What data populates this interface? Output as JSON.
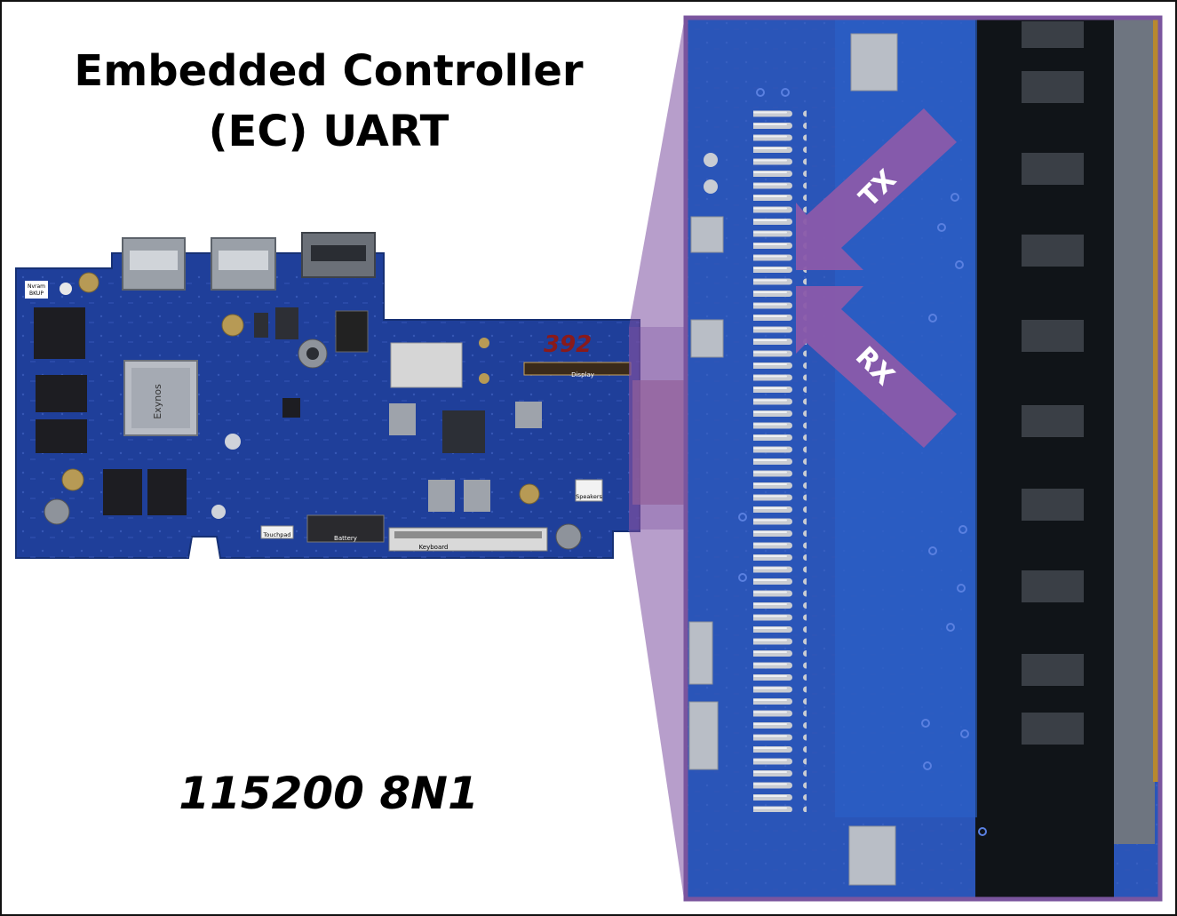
{
  "title_line1": "Embedded Controller",
  "title_line2": "(EC) UART",
  "baud_config": "115200 8N1",
  "board": {
    "nvram_label": "Nvram\nBKUP",
    "nvram_label_line1": "Nvram",
    "nvram_label_line2": "BKUP",
    "connectors": [
      "Display",
      "Speakers",
      "Touchpad",
      "Battery",
      "Keyboard"
    ],
    "chip_text": "Exynos",
    "handwritten": "392"
  },
  "zoom": {
    "pin_labels": [
      "TX",
      "RX"
    ]
  },
  "colors": {
    "board_blue": "#1f3f9a",
    "zoom_blue": "#2a55b8",
    "highlight_purple": "#7b4fa0",
    "arrow_purple": "#8a5aaa",
    "frame_border": "#7a559e"
  }
}
